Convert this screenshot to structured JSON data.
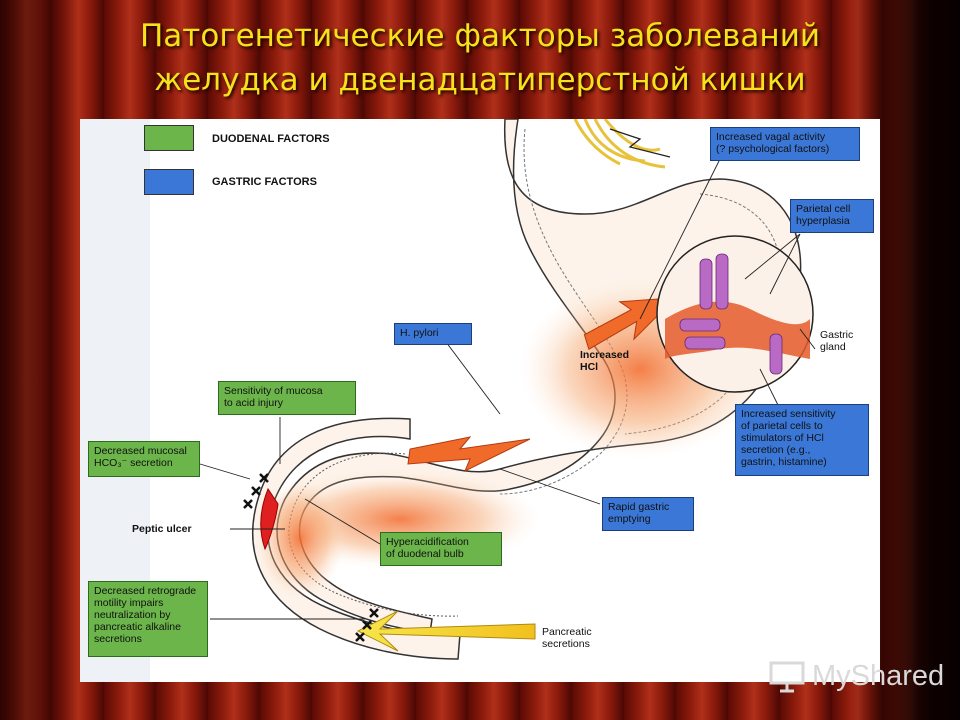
{
  "title": {
    "line1": "Патогенетические факторы заболеваний",
    "line2": "желудка и двенадцатиперстной кишки"
  },
  "legend": {
    "duodenal": "DUODENAL FACTORS",
    "gastric": "GASTRIC FACTORS",
    "duodenal_color": "#6bb54a",
    "gastric_color": "#3b77d6"
  },
  "labels": {
    "vagal": "Increased vagal activity\n(? psychological factors)",
    "parietal_hyperplasia": "Parietal cell\nhyperplasia",
    "gastric_gland": "Gastric\ngland",
    "h_pylori": "H. pylori",
    "increased_hcl": "Increased\nHCl",
    "sensitivity_parietal": "Increased sensitivity\nof parietal cells to\nstimulators of HCl\nsecretion (e.g.,\ngastrin, histamine)",
    "sensitivity_mucosa": "Sensitivity of mucosa\nto acid injury",
    "decreased_hco3": "Decreased mucosal\nHCO₃⁻ secretion",
    "peptic_ulcer": "Peptic ulcer",
    "rapid_emptying": "Rapid gastric\nemptying",
    "hyperacidification": "Hyperacidification\nof duodenal bulb",
    "retrograde": "Decreased retrograde\nmotility impairs\nneutralization by\npancreatic alkaline\nsecretions",
    "pancreatic": "Pancreatic\nsecretions"
  },
  "watermark": "MyShared",
  "colors": {
    "title": "#f4e21a",
    "acid": "#f06a2a",
    "stomach_fill": "#fdf3ea",
    "curtain": "#8a1a0c"
  }
}
